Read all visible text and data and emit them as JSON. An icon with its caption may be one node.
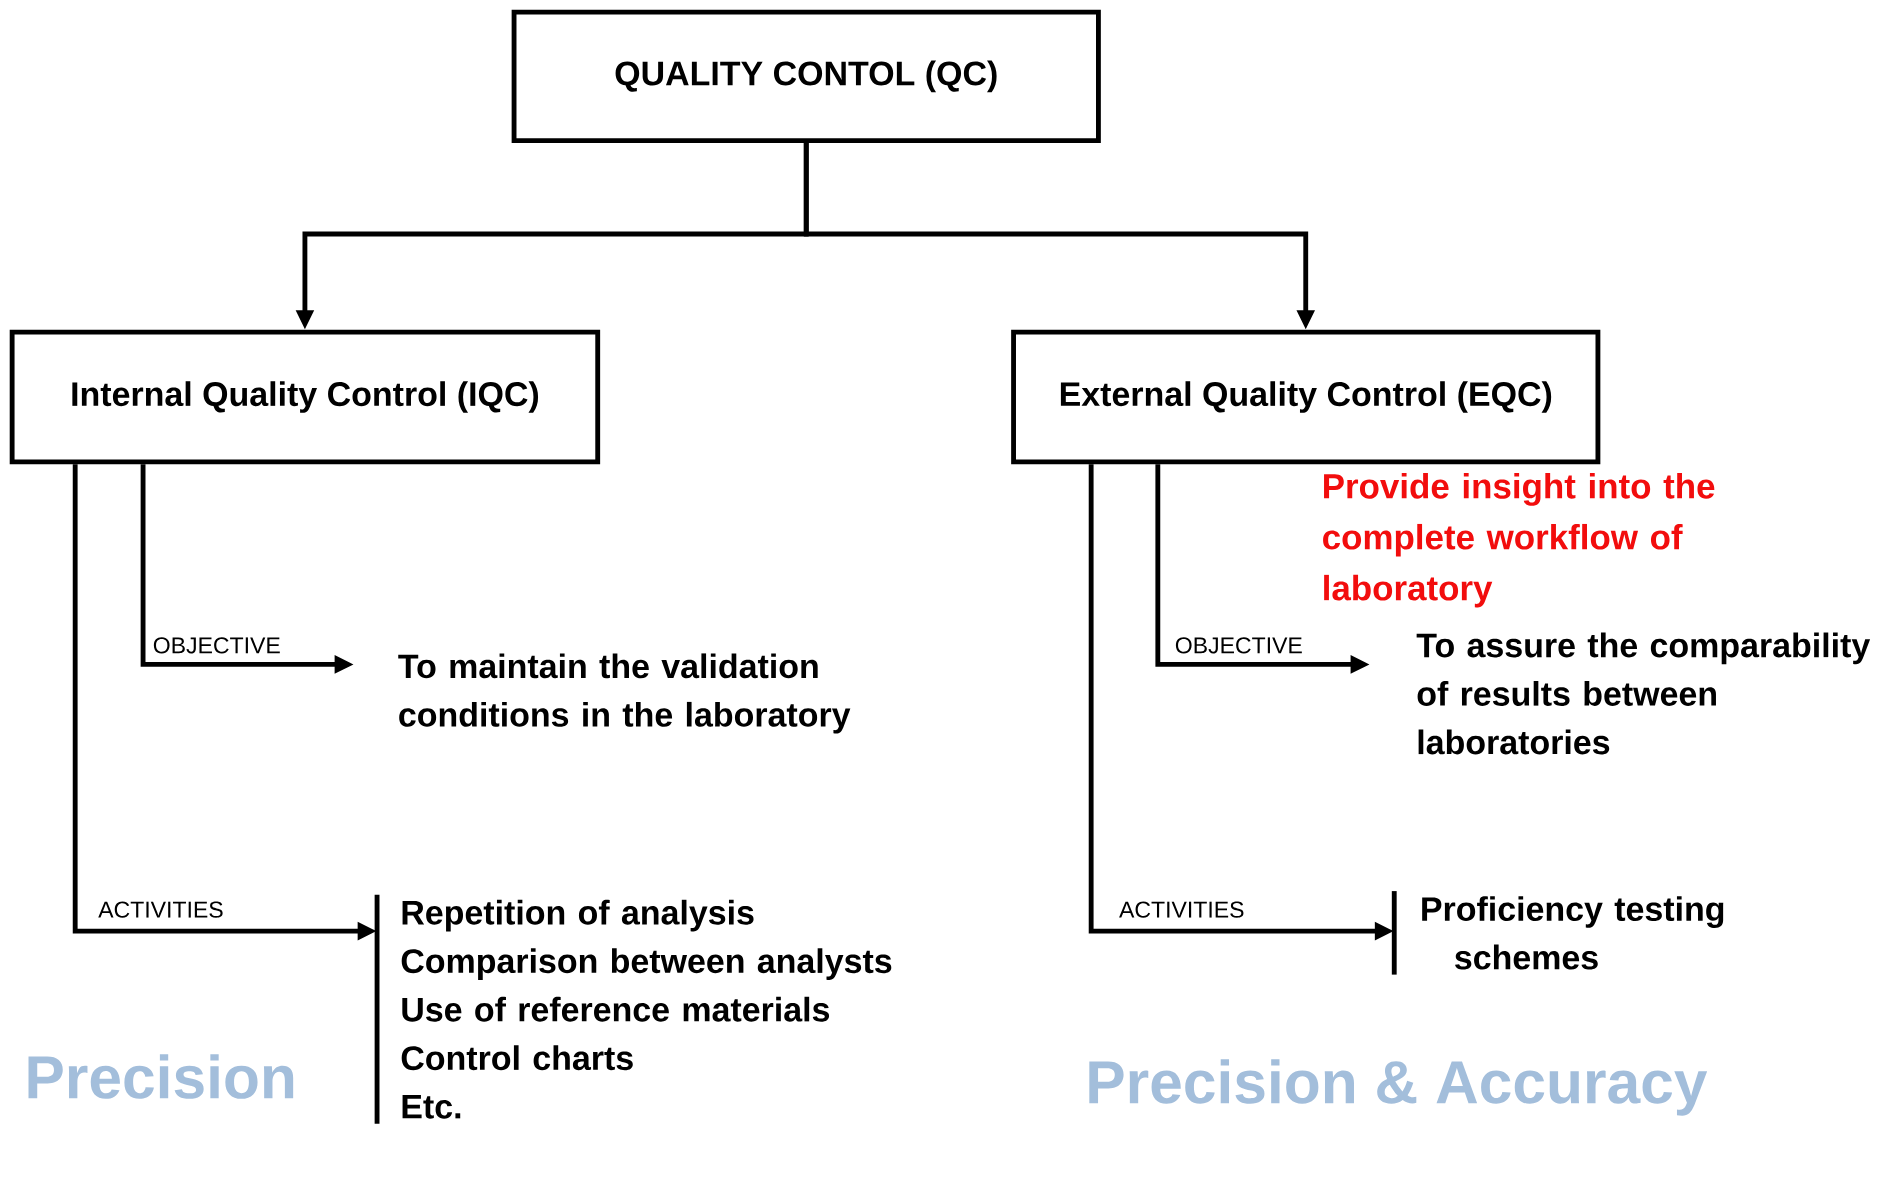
{
  "diagram": {
    "nodes": [
      {
        "text": [
          "QUALITY CONTOL (QC)"
        ]
      },
      {
        "text": [
          "Internal Quality Control (IQC)"
        ]
      },
      {
        "text": [
          "External Quality Control (EQC)"
        ]
      },
      {
        "text": [
          "To maintain the validation conditions in the laboratory"
        ]
      },
      {
        "text": [
          "Repetition of analysis",
          "Comparison between analysts",
          "Use of reference materials",
          "Control charts",
          "Etc."
        ]
      },
      {
        "text": [
          "To assure the comparability of results between laboratories"
        ]
      },
      {
        "text": [
          "Proficiency testing schemes"
        ]
      }
    ],
    "edges": [
      {
        "from": 0,
        "to": 1,
        "arrow": "to"
      },
      {
        "from": 0,
        "to": 2,
        "arrow": "to"
      },
      {
        "from": 1,
        "to": 3,
        "arrow": "to",
        "label": "OBJECTIVE"
      },
      {
        "from": 1,
        "to": 4,
        "arrow": "to",
        "label": "ACTIVITIES"
      },
      {
        "from": 2,
        "to": 5,
        "arrow": "to",
        "label": "OBJECTIVE"
      },
      {
        "from": 2,
        "to": 6,
        "arrow": "to",
        "label": "ACTIVITIES"
      }
    ],
    "labels": [
      "Provide insight into the complete workflow of laboratory",
      "Precision",
      "Precision & Accuracy"
    ]
  }
}
